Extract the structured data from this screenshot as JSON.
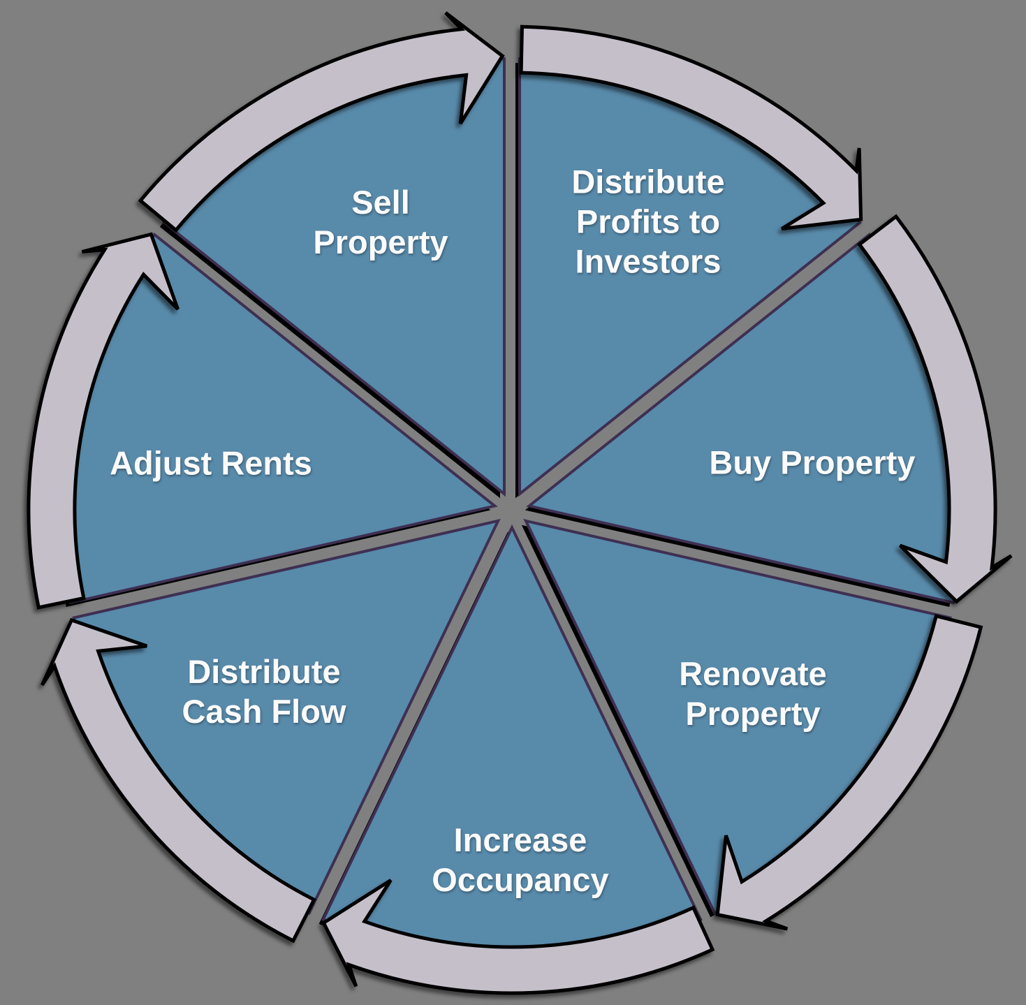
{
  "diagram": {
    "type": "cycle",
    "direction": "clockwise",
    "segment_count": 7,
    "segments": [
      {
        "id": "distribute-profits-to-investors",
        "label": "Distribute Profits to Investors",
        "lines": [
          "Distribute",
          "Profits to",
          "Investors"
        ]
      },
      {
        "id": "buy-property",
        "label": "Buy Property",
        "lines": [
          "Buy Property"
        ]
      },
      {
        "id": "renovate-property",
        "label": "Renovate Property",
        "lines": [
          "Renovate",
          "Property"
        ]
      },
      {
        "id": "increase-occupancy",
        "label": "Increase Occupancy",
        "lines": [
          "Increase",
          "Occupancy"
        ]
      },
      {
        "id": "distribute-cash-flow",
        "label": "Distribute Cash Flow",
        "lines": [
          "Distribute",
          "Cash Flow"
        ]
      },
      {
        "id": "adjust-rents",
        "label": "Adjust Rents",
        "lines": [
          "Adjust Rents"
        ]
      },
      {
        "id": "sell-property",
        "label": "Sell",
        "lines": [
          "Sell",
          "Property"
        ]
      }
    ],
    "colors": {
      "background": "#808080",
      "segment_fill": "#588AAA",
      "segment_border": "#3E3052",
      "segment_shadow": "#000000",
      "arrow_fill": "#C5BFCA",
      "arrow_border": "#000000",
      "label_text": "#FBFBFB"
    }
  }
}
